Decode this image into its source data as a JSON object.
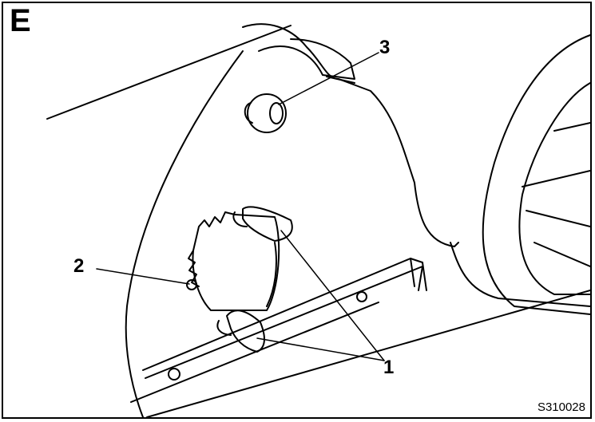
{
  "panel_letter": "E",
  "callouts": [
    {
      "id": "3",
      "text": "3"
    },
    {
      "id": "2",
      "text": "2"
    },
    {
      "id": "1",
      "text": "1"
    }
  ],
  "figure_code": "S310028",
  "colors": {
    "line": "#000000",
    "background": "#ffffff"
  }
}
